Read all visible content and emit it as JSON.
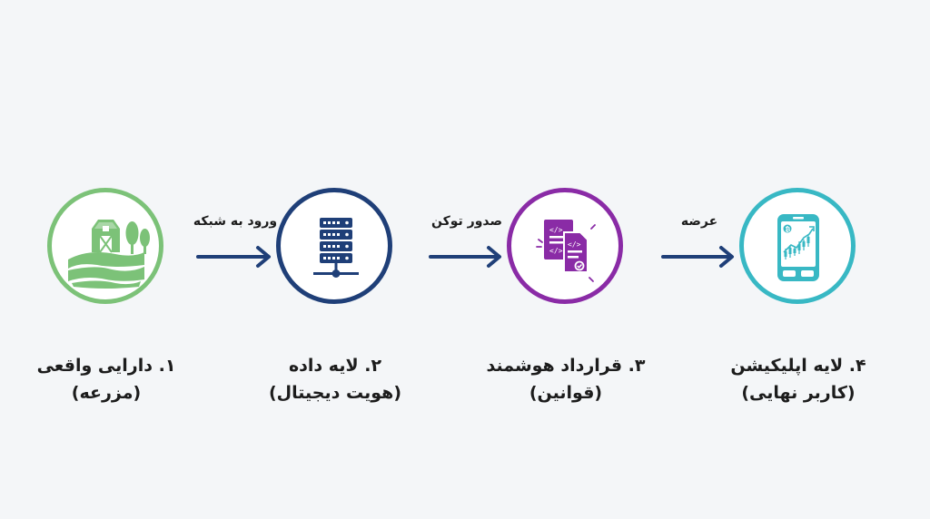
{
  "steps": [
    {
      "title": "۱. دارایی واقعی",
      "subtitle": "(مزرعه)",
      "color": "#7cc278",
      "icon": "farm-icon"
    },
    {
      "title": "۲. لایه داده",
      "subtitle": "(هویت دیجیتال)",
      "color": "#1f3f78",
      "icon": "server-icon"
    },
    {
      "title": "۳. قرارداد هوشمند",
      "subtitle": "(قوانین)",
      "color": "#8a2ba6",
      "icon": "smart-contract-icon"
    },
    {
      "title": "۴. لایه اپلیکیشن",
      "subtitle": "(کاربر نهایی)",
      "color": "#38b8c4",
      "icon": "mobile-app-icon"
    }
  ],
  "connectors": [
    {
      "label": "ورود به شبکه"
    },
    {
      "label": "صدور توکن"
    },
    {
      "label": "عرضه"
    }
  ],
  "arrow_color": "#1f3f78"
}
